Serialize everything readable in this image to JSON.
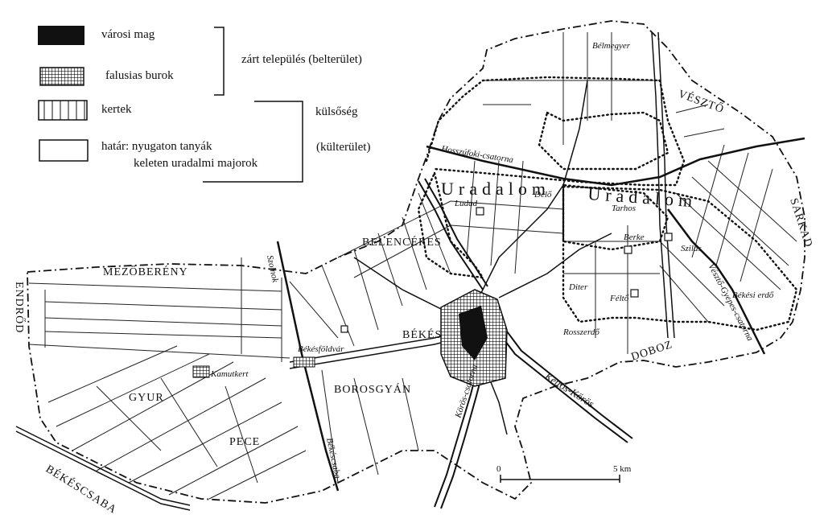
{
  "legend": {
    "items": [
      {
        "symbol": "black",
        "label": "városi mag"
      },
      {
        "symbol": "grid",
        "label": "falusias burok"
      },
      {
        "symbol": "vertical-lines",
        "label": "kertek"
      },
      {
        "symbol": "blank",
        "label": "határ: nyugaton tanyák"
      },
      {
        "symbol": "none",
        "label": "keleten uradalmi majorok"
      }
    ],
    "group1": "zárt település (belterület)",
    "group2a": "külsőség",
    "group2b": "(külterület)"
  },
  "places": {
    "mezobereny": "MEZŐBERÉNY",
    "endrod": "ENDRŐD",
    "belencere": "BELENCÉRES",
    "bekes": "BÉKÉS",
    "borosgyan": "BOROSGYÁN",
    "gyur": "GYUR",
    "pece": "PECE",
    "bekescsaba_caps": "BÉKÉSCSABA",
    "vesztő": "VÉSZTŐ",
    "sarkad": "SARKAD",
    "doboz": "DOBOZ",
    "uradalom1": "Uradalom",
    "uradalom2": "Uradalom",
    "belmegyer": "Bélmegyer",
    "hosszufoki": "Hosszúfoki-csatorna",
    "delo": "Délő",
    "ludad": "Ludad",
    "tarhos": "Tarhos",
    "berke": "Berke",
    "szilas": "Szilas",
    "diter": "Diter",
    "felto": "Féltő",
    "rosszerdo": "Rosszerdő",
    "bekesi_erdo": "Békési erdő",
    "veszto_gyepes": "Vésztő-Gyepes-csatorna",
    "bekesfoldvar": "Békésföldvár",
    "kamutkert": "Kamutkert",
    "szolnok": "Szolnok",
    "bekescsaba_ital": "Békéscsaba",
    "kettos_koros": "Kettős-Körös",
    "koros_csatorna": "Körös-csatorna"
  },
  "scale": {
    "start": "0",
    "end": "5 km"
  },
  "colors": {
    "ink": "#111111",
    "background": "#ffffff"
  }
}
